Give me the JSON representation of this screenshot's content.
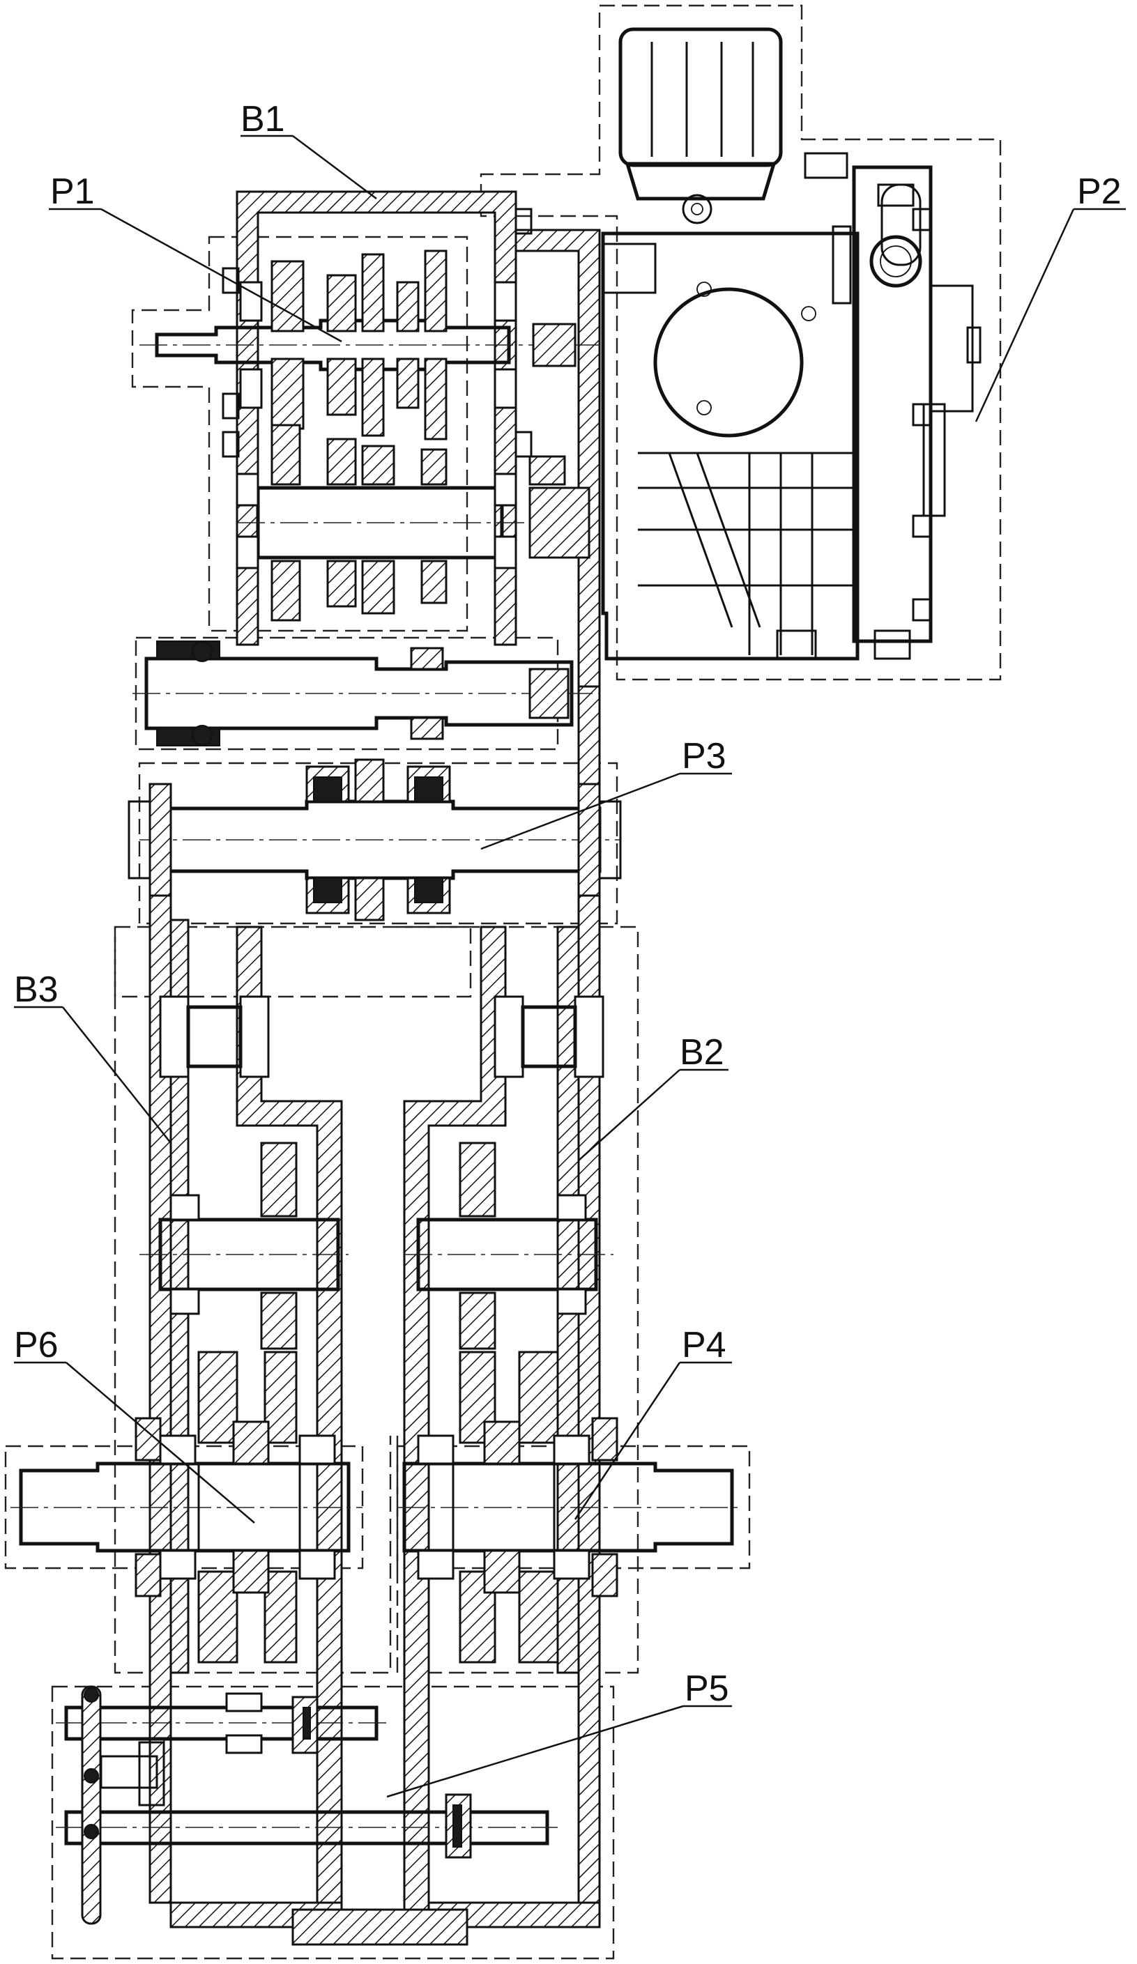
{
  "labels": {
    "B1": "B1",
    "B2": "B2",
    "B3": "B3",
    "P1": "P1",
    "P2": "P2",
    "P3": "P3",
    "P4": "P4",
    "P5": "P5",
    "P6": "P6"
  }
}
